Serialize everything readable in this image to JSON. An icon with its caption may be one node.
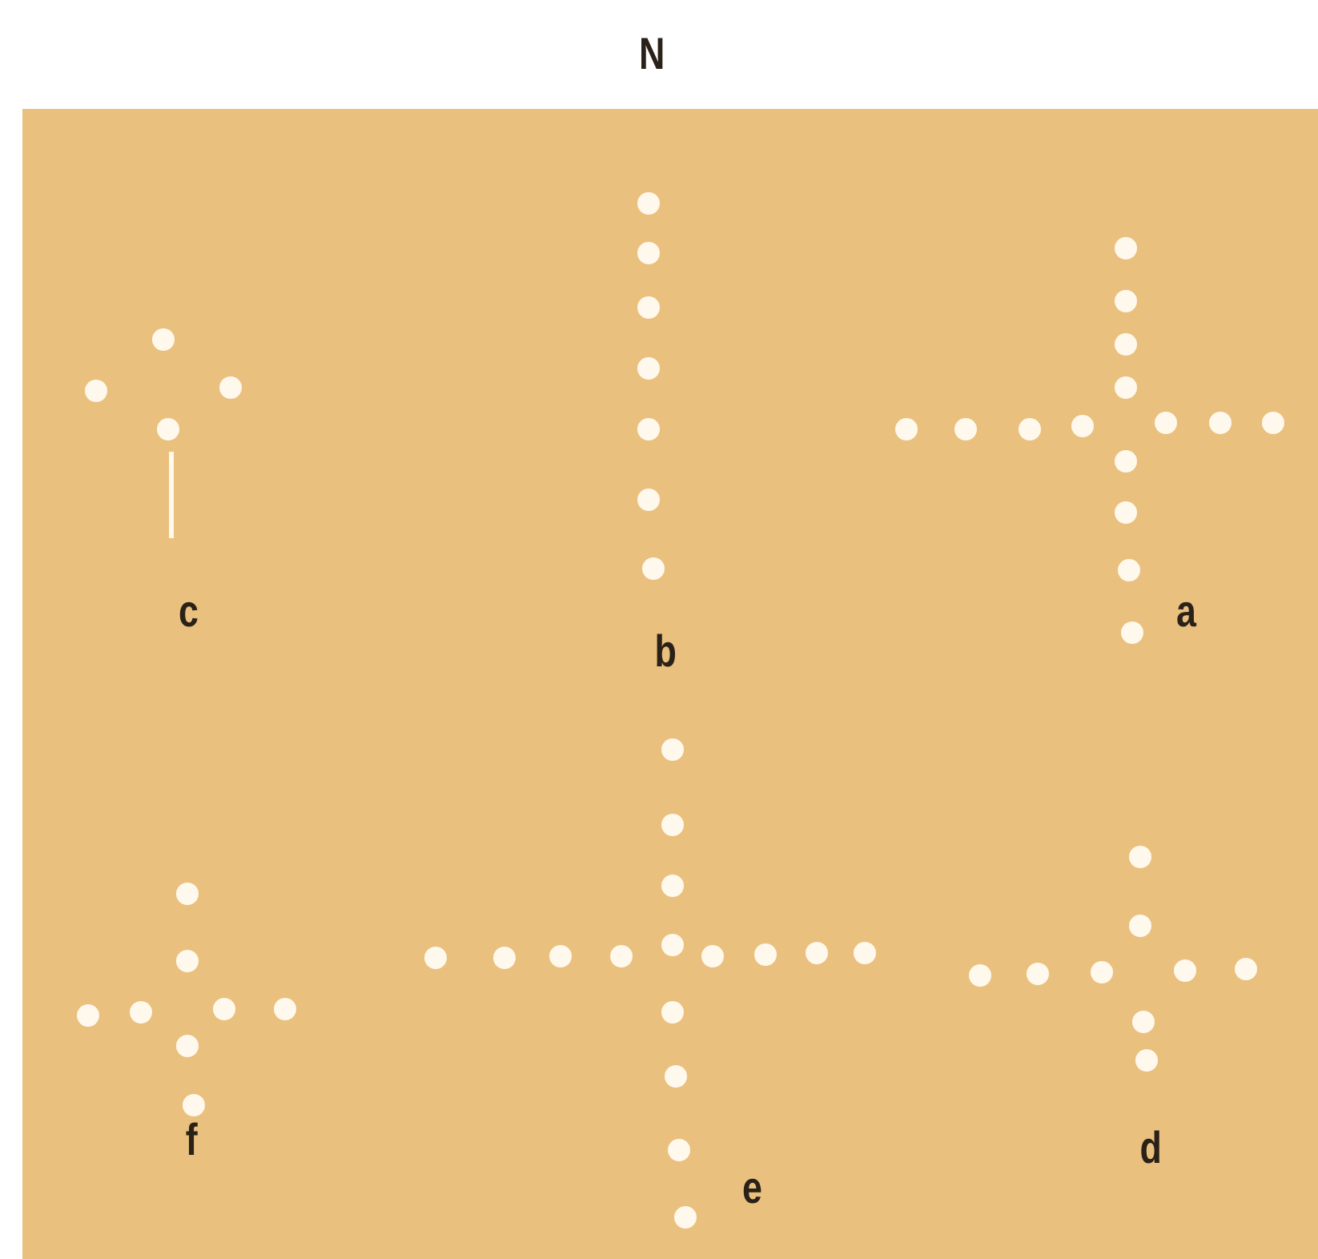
{
  "diagram": {
    "labels": [
      "N",
      "c",
      "b",
      "a",
      "f",
      "e",
      "d"
    ]
  }
}
